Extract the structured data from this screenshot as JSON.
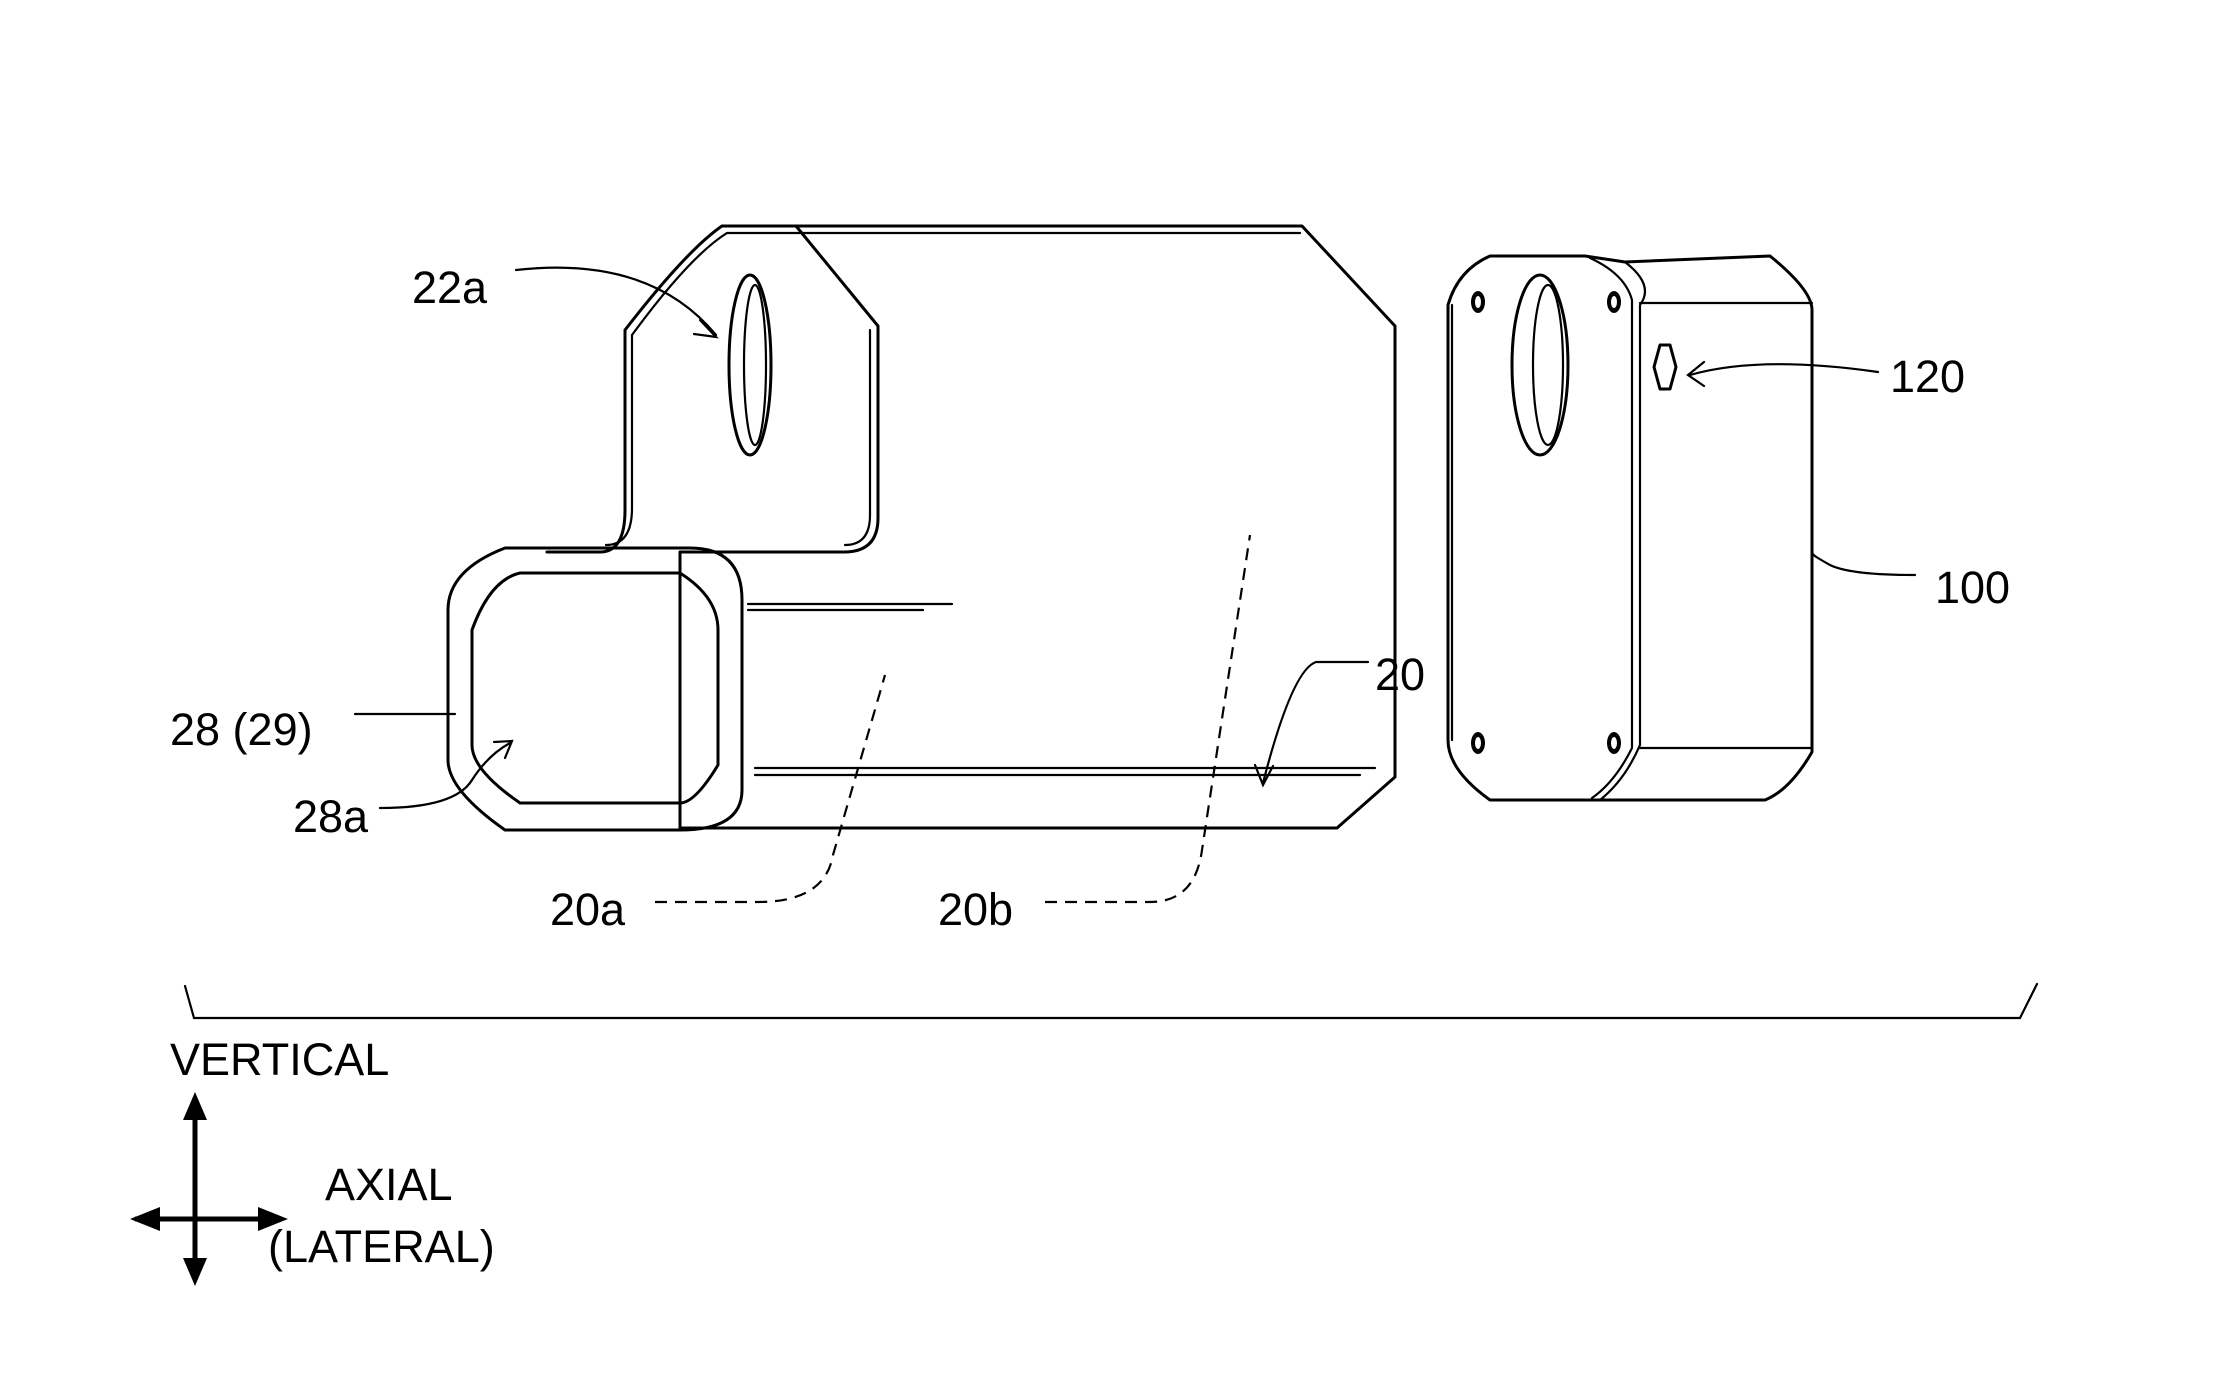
{
  "figure": {
    "labels": {
      "ref_22a": "22a",
      "ref_120": "120",
      "ref_100": "100",
      "ref_20": "20",
      "ref_28_29": "28 (29)",
      "ref_28a": "28a",
      "ref_20a": "20a",
      "ref_20b": "20b"
    },
    "directions": {
      "vertical": "VERTICAL",
      "axial": "AXIAL",
      "lateral": "(LATERAL)"
    }
  }
}
